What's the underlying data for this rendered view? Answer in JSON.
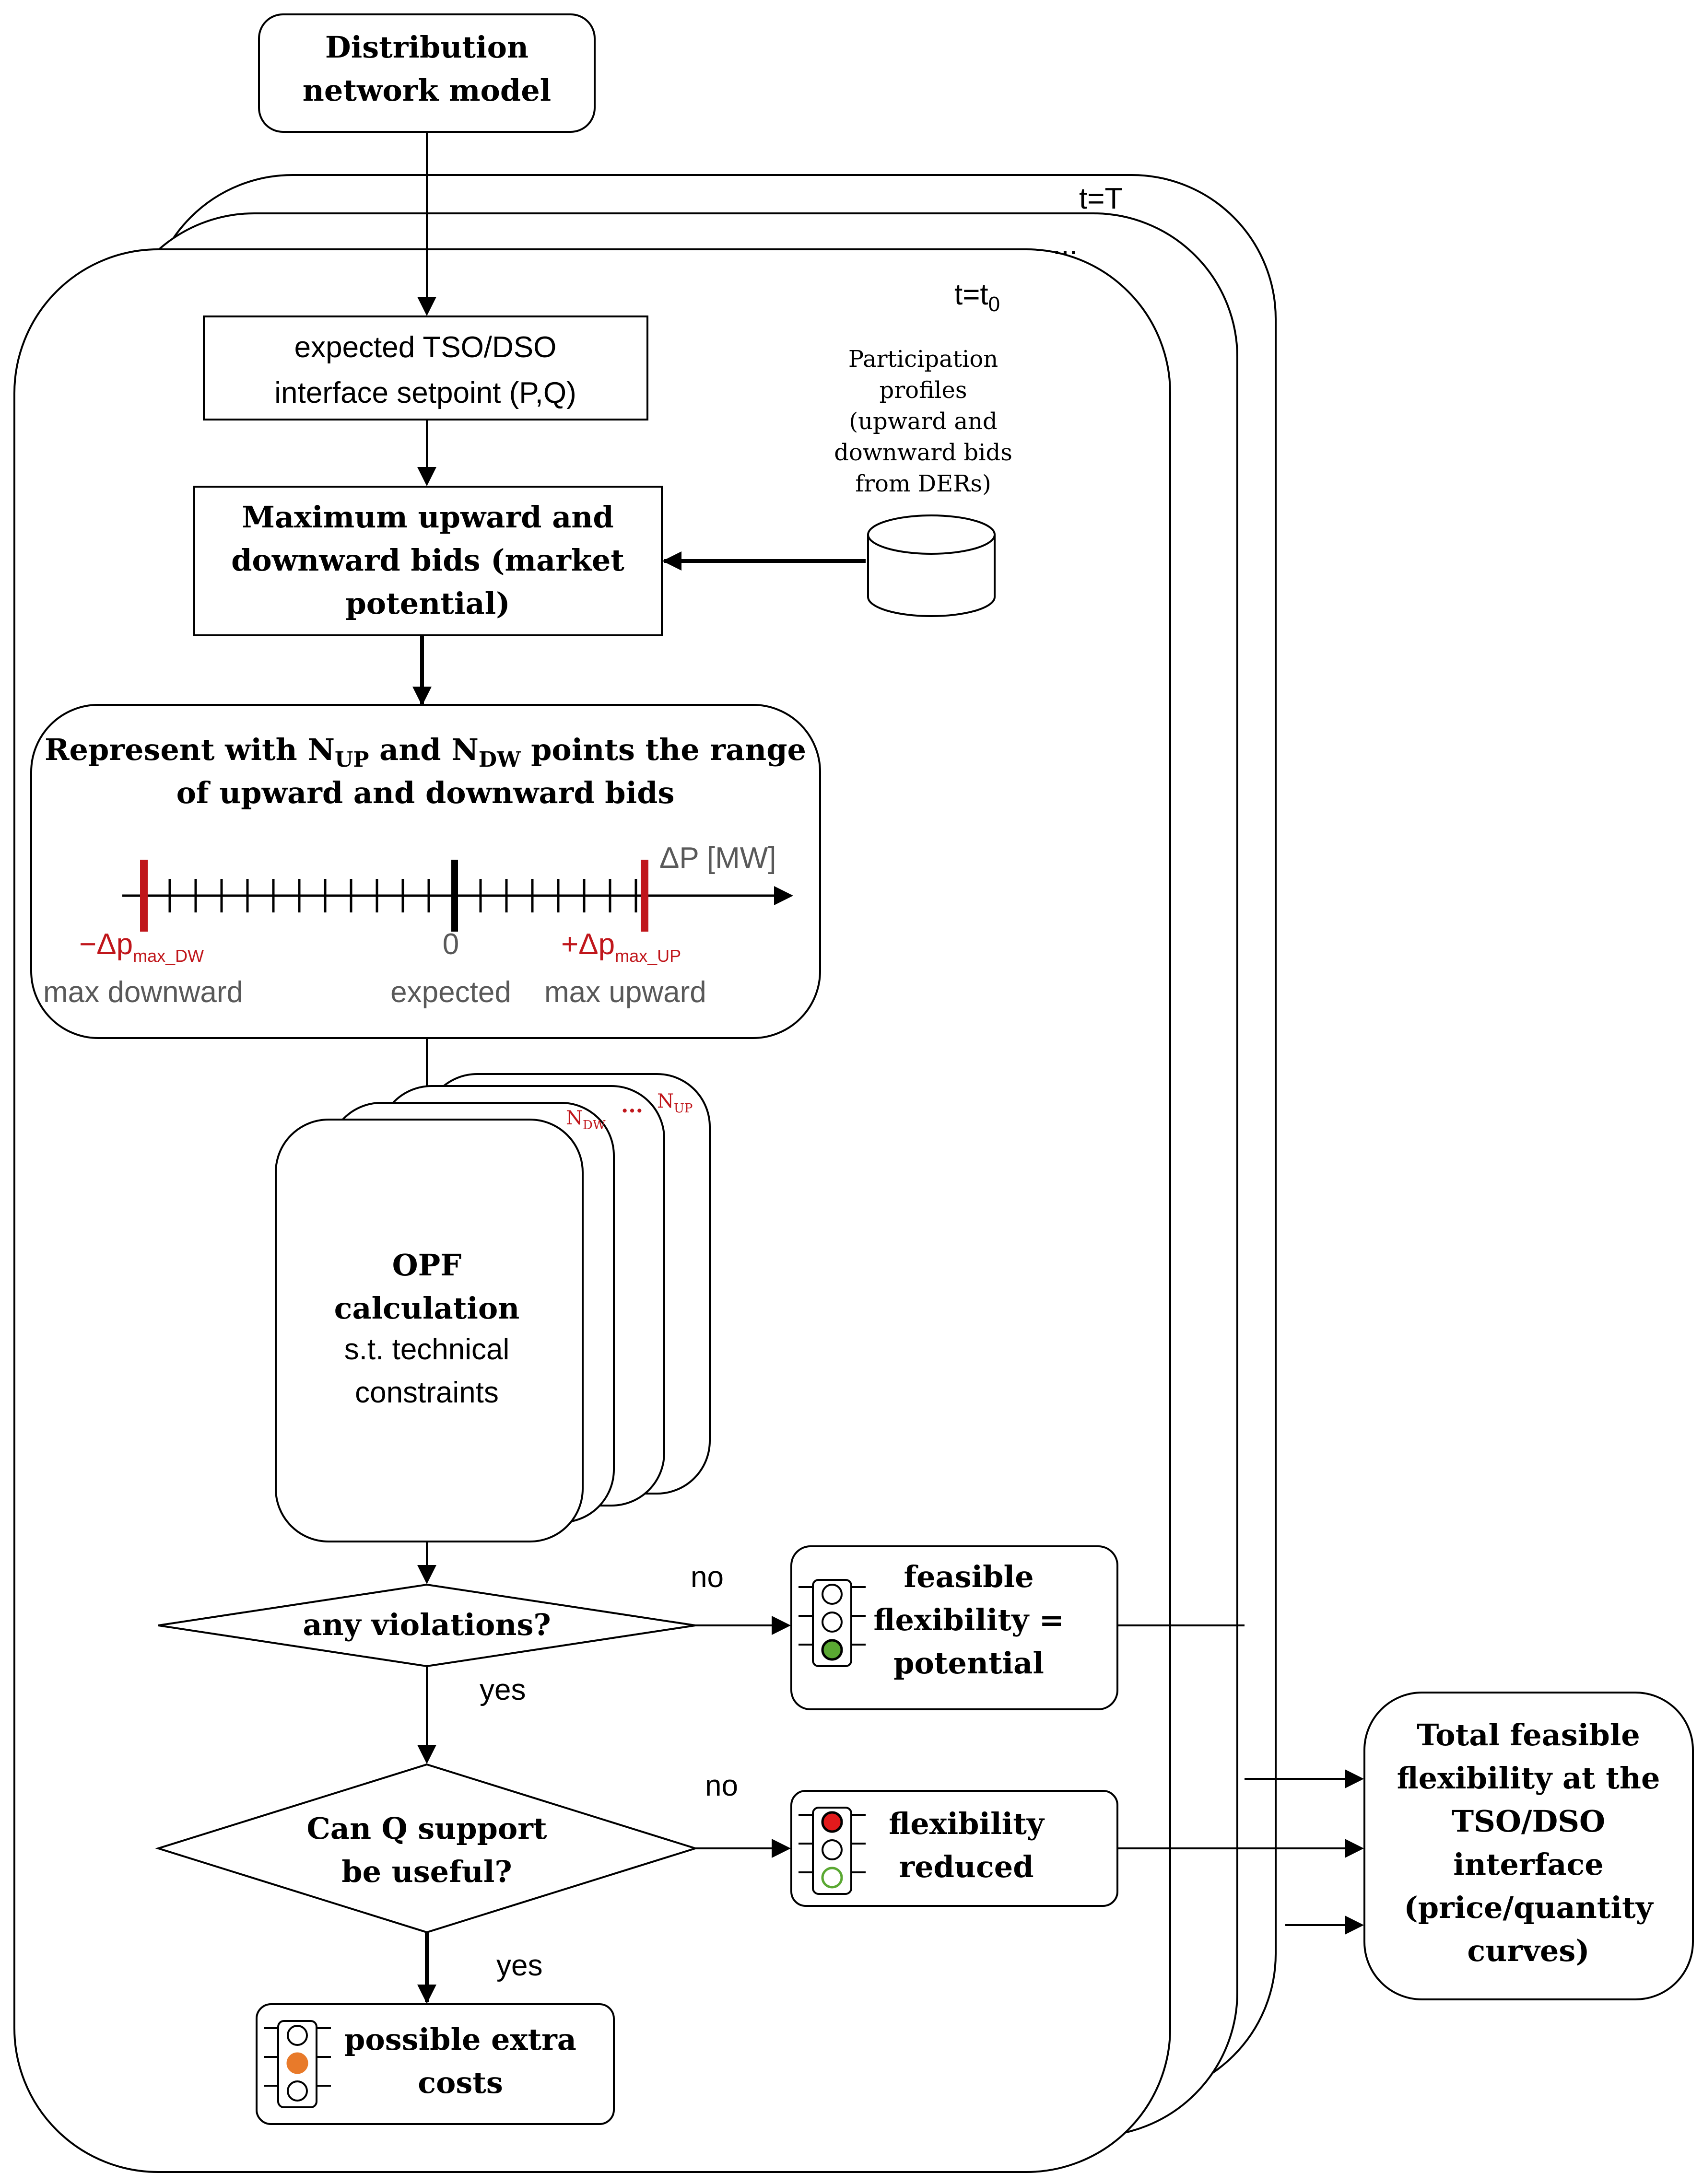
{
  "title_box": {
    "line1": "Distribution",
    "line2": "network model"
  },
  "time_labels": {
    "t_T": "t=T",
    "ellipsis": "...",
    "t_0_main": "t=t",
    "t_0_sub": "0"
  },
  "setpoint_box": {
    "line1": "expected TSO/DSO",
    "line2": "interface setpoint (P,Q)"
  },
  "participation": {
    "line1": "Participation",
    "line2": "profiles",
    "line3": "(upward and",
    "line4": "downward bids",
    "line5": "from DERs)"
  },
  "market_box": {
    "line1": "Maximum upward and",
    "line2": "downward bids (market",
    "line3": "potential)"
  },
  "represent_box": {
    "line1_a": "Represent with N",
    "line1_sub_up": "UP",
    "line1_b": " and N",
    "line1_sub_dw": "DW",
    "line1_c": " points the range",
    "line2": "of upward and downward bids",
    "axis_label": "ΔP [MW]",
    "neg_label_main": "−Δp",
    "neg_label_sub": "max_DW",
    "neg_caption": "max downward",
    "zero_label": "0",
    "zero_caption": "expected",
    "pos_label_main": "+Δp",
    "pos_label_sub": "max_UP",
    "pos_caption": "max upward"
  },
  "stack_labels": {
    "n_dw": "N",
    "n_dw_sub": "DW",
    "dots": "...",
    "n_up": "N",
    "n_up_sub": "UP"
  },
  "opf_box": {
    "line1": "OPF",
    "line2": "calculation",
    "line3": "s.t. technical",
    "line4": "constraints"
  },
  "decision1": {
    "text": "any violations?",
    "no_label": "no",
    "yes_label": "yes"
  },
  "outcome_green": {
    "line1": "feasible",
    "line2": "flexibility =",
    "line3": "potential"
  },
  "decision2": {
    "line1": "Can Q support",
    "line2": "be useful?",
    "no_label": "no",
    "yes_label": "yes"
  },
  "outcome_red": {
    "line1": "flexibility",
    "line2": "reduced"
  },
  "outcome_orange": {
    "line1": "possible extra",
    "line2": "costs"
  },
  "total_box": {
    "line1": "Total feasible",
    "line2": "flexibility at the",
    "line3": "TSO/DSO",
    "line4": "interface",
    "line5": "(price/quantity",
    "line6": "curves)"
  },
  "colors": {
    "accent_red": "#c0161b",
    "light_green": "#5aa832",
    "light_red": "#e31a1c",
    "light_orange": "#e87a2a",
    "axis_gray": "#595959"
  },
  "icons": [
    "traffic-light-green-icon",
    "traffic-light-red-icon",
    "traffic-light-orange-icon",
    "database-cylinder-icon"
  ]
}
